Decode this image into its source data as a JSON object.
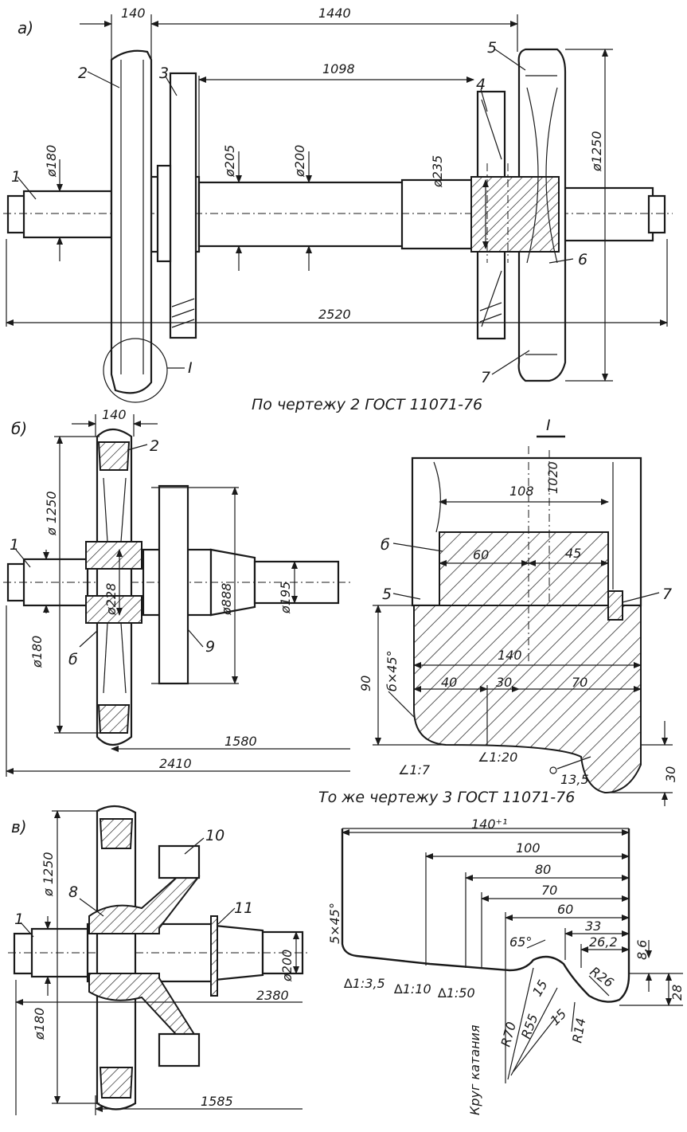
{
  "colors": {
    "ink": "#1a1a1a",
    "paper": "#ffffff"
  },
  "panel_a": {
    "label": "а)",
    "dims": {
      "d140": "140",
      "d1440": "1440",
      "d1098": "1098",
      "d180": "ø180",
      "d205": "ø205",
      "d200": "ø200",
      "d235": "ø235",
      "d1250": "ø1250",
      "d2520": "2520"
    },
    "parts": {
      "p1": "1",
      "p2": "2",
      "p3": "3",
      "p4": "4",
      "p5": "5",
      "p6": "6",
      "p7": "7"
    },
    "detail_marker": "I",
    "caption": "По чертежу 2  ГОСТ 11071-76"
  },
  "panel_b": {
    "label": "б)",
    "dims": {
      "d140": "140",
      "d1250": "ø 1250",
      "d228": "ø228",
      "d888": "ø888",
      "d195": "ø195",
      "d180": "ø180",
      "d1580": "1580",
      "d2410": "2410"
    },
    "parts": {
      "p1": "1",
      "p2": "2",
      "p6": "б",
      "p9": "9"
    }
  },
  "detail_I": {
    "title": "I",
    "dims": {
      "d108": "108",
      "d1020": "1020",
      "d60": "60",
      "d45": "45",
      "d140": "140",
      "d40": "40",
      "d30": "30",
      "d70": "70",
      "d90": "90",
      "chamfer": "б×45°",
      "slope1": "∠1:7",
      "slope2": "∠1:20",
      "r": "13,5",
      "h30": "30"
    },
    "parts": {
      "p6": "б",
      "p5": "5",
      "p7": "7"
    },
    "caption": "То же чертежу 3  ГОСТ 11071-76"
  },
  "panel_v": {
    "label": "в)",
    "dims": {
      "d1250": "ø 1250",
      "d180": "ø180",
      "d200": "ø200",
      "d2380": "2380",
      "d1585": "1585"
    },
    "parts": {
      "p1": "1",
      "p8": "8",
      "p10": "10",
      "p11": "11"
    }
  },
  "profile": {
    "dims": {
      "top": "140⁺¹",
      "d100": "100",
      "d80": "80",
      "d70": "70",
      "d60": "60",
      "d33": "33",
      "d262": "26,2",
      "d86": "8,6",
      "d28": "28",
      "chamfer": "5×45°",
      "s35": "∆1:3,5",
      "s10": "∆1:10",
      "s50": "∆1:50",
      "a65": "65°",
      "r70": "R70",
      "r55": "R55",
      "r14": "R14",
      "r26": "R26",
      "n15a": "15",
      "n15b": "15"
    },
    "rolling_circle": "Круг катания"
  }
}
